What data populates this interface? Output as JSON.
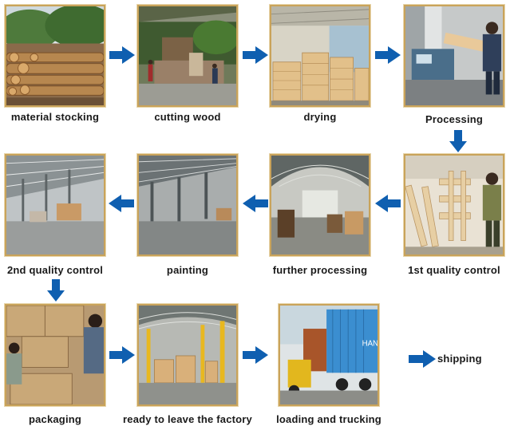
{
  "steps": [
    {
      "id": "material-stocking",
      "label": "material stocking"
    },
    {
      "id": "cutting-wood",
      "label": "cutting wood"
    },
    {
      "id": "drying",
      "label": "drying"
    },
    {
      "id": "processing",
      "label": "Processing"
    },
    {
      "id": "first-quality-control",
      "label": "1st quality control"
    },
    {
      "id": "further-processing",
      "label": "further processing"
    },
    {
      "id": "painting",
      "label": "painting"
    },
    {
      "id": "second-quality-control",
      "label": "2nd quality control"
    },
    {
      "id": "packaging",
      "label": "packaging"
    },
    {
      "id": "ready-to-leave",
      "label": "ready to leave the factory"
    },
    {
      "id": "loading-and-trucking",
      "label": "loading and trucking"
    },
    {
      "id": "shipping",
      "label": "shipping"
    }
  ],
  "colors": {
    "arrow": "#0f5fb0",
    "frame": "#c9a35a"
  },
  "container_sign": "HAN"
}
